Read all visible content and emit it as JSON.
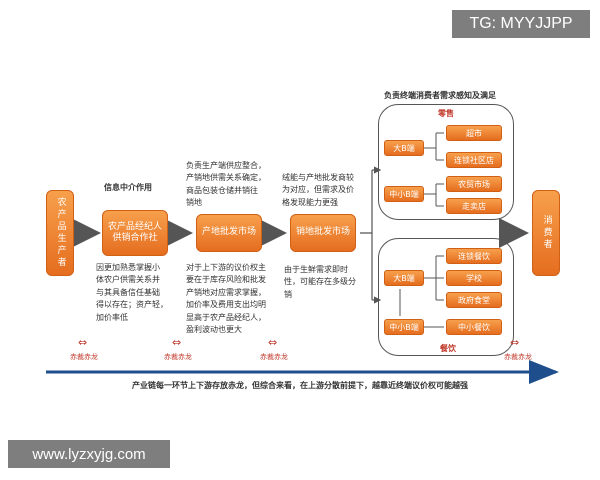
{
  "watermark_top": "TG: MYYJJPP",
  "watermark_bottom": "www.lyzxyjg.com",
  "nodes": {
    "producer": "农产品生产者",
    "broker": "农产品经纪人\n供销合作社",
    "origin_market": "产地批发市场",
    "sales_market": "销地批发市场",
    "consumer": "消费者"
  },
  "notes": {
    "info_intermediary": "信息中介作用",
    "broker_desc": "因更加熟悉掌握小\n体农户供需关系并\n与其具备信任基础\n得以存在；资产轻，\n加价率低",
    "origin_top": "负责生产端供应整合，\n产销地供需关系确定，\n商品包装仓储并销往\n销地",
    "origin_bottom": "对于上下游的议价权主\n要在于库存风险和批发\n产销地对应需求掌握，\n加价率及费用支出均明\n显高于农产品经纪人，\n盈利波动也更大",
    "sales_top": "绒能与产地批发商较\n为对应，但需求及价\n格发现能力更强",
    "sales_bottom": "由于生鲜需求即时\n性，可能存在多级分\n销",
    "retail_header": "负责终端消费者需求感知及满足",
    "catering_label": "餐饮",
    "retail_label": "零售",
    "bottom_caption": "产业链每一环节上下游存放赤龙，但综合来看，在上游分散前提下，越靠近终端议价权可能越强"
  },
  "retail": {
    "large_b": "大B端",
    "small_b": "中小B端",
    "supermarket": "超市",
    "chain_store": "连锁社区店",
    "farmers_market": "农贸市场",
    "street_vendor": "走卖店"
  },
  "catering": {
    "large_b": "大B端",
    "small_b": "中小B端",
    "chain_restaurant": "连锁餐饮",
    "school": "学校",
    "gov_canteen": "政府食堂",
    "small_restaurant": "中小餐饮"
  },
  "red_labels": [
    "赤裁赤龙",
    "赤裁赤龙",
    "赤裁赤龙",
    "赤裁赤龙"
  ],
  "colors": {
    "orange": "#ec7f2d",
    "blue_line": "#1f4e8c",
    "red": "#c0392b"
  }
}
